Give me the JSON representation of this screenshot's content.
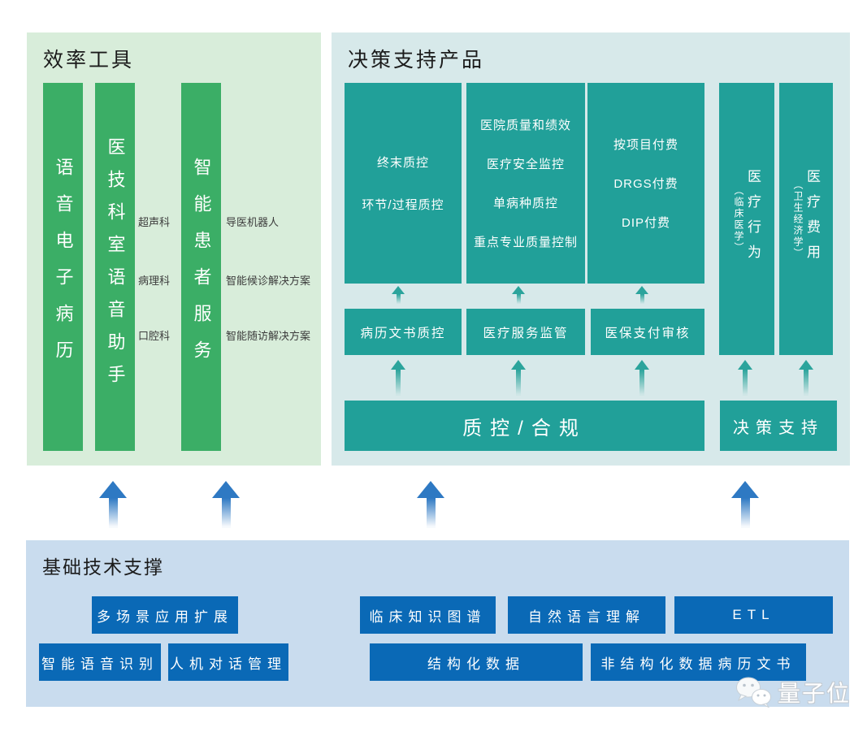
{
  "colors": {
    "efficiency_panel_bg": "#d8edda",
    "efficiency_bar_green": "#3bae66",
    "decision_panel_bg": "#d7e9ea",
    "decision_box_teal": "#21a099",
    "foundation_panel_bg": "#c9dcee",
    "foundation_button_blue": "#0a69b6",
    "flow_arrow_blue": "#2e79c3",
    "flow_arrow_teal": "#2ba49c"
  },
  "efficiency": {
    "title": "效率工具",
    "bars": [
      {
        "label": "语音电子病历"
      },
      {
        "label": "医技科室语音助手"
      },
      {
        "label": "智能患者服务"
      }
    ],
    "dept_labels": [
      "超声科",
      "病理科",
      "口腔科"
    ],
    "service_labels": [
      "导医机器人",
      "智能候诊解决方案",
      "智能随访解决方案"
    ]
  },
  "decision": {
    "title": "决策支持产品",
    "quality_box": {
      "lines": [
        "终末质控",
        "环节/过程质控"
      ]
    },
    "hospital_box": {
      "lines": [
        "医院质量和绩效",
        "医疗安全监控",
        "单病种质控",
        "重点专业质量控制"
      ]
    },
    "payment_box": {
      "lines": [
        "按项目付费",
        "DRGS付费",
        "DIP付费"
      ]
    },
    "behavior_bar": {
      "main": "医疗行为",
      "note": "（临床医学）"
    },
    "cost_bar": {
      "main": "医疗费用",
      "note": "（卫生经济学）"
    },
    "mid_boxes": [
      "病历文书质控",
      "医疗服务监管",
      "医保支付审核"
    ],
    "qc_band": "质控/合规",
    "decision_band": "决策支持"
  },
  "foundation": {
    "title": "基础技术支撑",
    "row1": [
      "多场景应用扩展",
      "临床知识图谱",
      "自然语言理解",
      "ETL"
    ],
    "row2": [
      "智能语音识别",
      "人机对话管理",
      "结构化数据",
      "非结构化数据病历文书"
    ]
  },
  "watermark": {
    "label": "量子位",
    "icon": "wechat-icon"
  }
}
